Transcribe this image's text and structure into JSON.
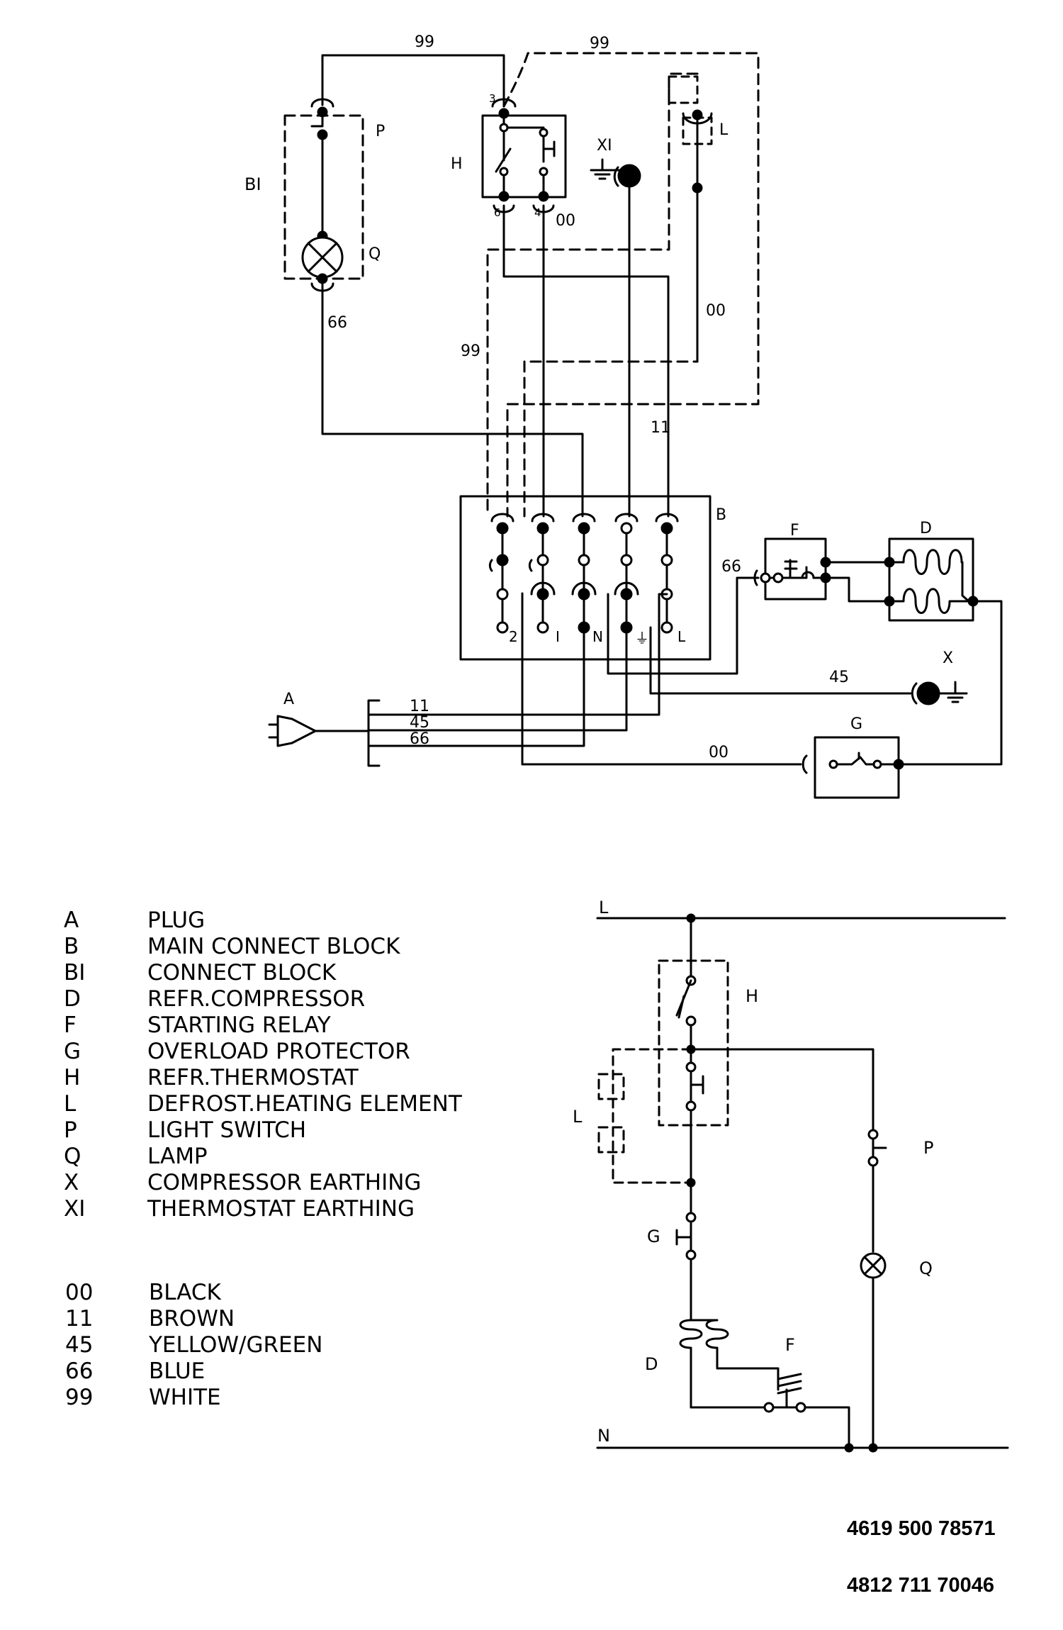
{
  "wiring": {
    "component_labels": {
      "BI": "BI",
      "P": "P",
      "Q": "Q",
      "H": "H",
      "XI": "XI",
      "L": "L",
      "B": "B",
      "F": "F",
      "D": "D",
      "X": "X",
      "A": "A",
      "G": "G"
    },
    "wire_codes": {
      "top_solid": "99",
      "top_dashed": "99",
      "lamp_return": "66",
      "h_terminal_4": "00",
      "l_return": "00",
      "left_dashed": "99",
      "right_vertical": "11",
      "f_input": "66",
      "x_earth": "45",
      "g_input": "00"
    },
    "h_terminals": {
      "t3": "3",
      "t6": "6",
      "t4": "4"
    },
    "block_terminals": [
      "2",
      "I",
      "N",
      "⏚",
      "L"
    ],
    "cable_codes": [
      "11",
      "45",
      "66"
    ]
  },
  "schematic": {
    "line_L": "L",
    "line_N": "N",
    "labels": {
      "H": "H",
      "L": "L",
      "P": "P",
      "G": "G",
      "Q": "Q",
      "D": "D",
      "F": "F"
    }
  },
  "legend": {
    "components": [
      {
        "code": "A",
        "name": "PLUG"
      },
      {
        "code": "B",
        "name": "MAIN CONNECT BLOCK"
      },
      {
        "code": "BI",
        "name": "CONNECT BLOCK"
      },
      {
        "code": "D",
        "name": "REFR.COMPRESSOR"
      },
      {
        "code": "F",
        "name": "STARTING RELAY"
      },
      {
        "code": "G",
        "name": "OVERLOAD PROTECTOR"
      },
      {
        "code": "H",
        "name": "REFR.THERMOSTAT"
      },
      {
        "code": "L",
        "name": "DEFROST.HEATING ELEMENT"
      },
      {
        "code": "P",
        "name": "LIGHT SWITCH"
      },
      {
        "code": "Q",
        "name": "LAMP"
      },
      {
        "code": "X",
        "name": "COMPRESSOR EARTHING"
      },
      {
        "code": "XI",
        "name": "THERMOSTAT EARTHING"
      }
    ],
    "colors": [
      {
        "code": "00",
        "name": "BLACK"
      },
      {
        "code": "11",
        "name": "BROWN"
      },
      {
        "code": "45",
        "name": "YELLOW/GREEN"
      },
      {
        "code": "66",
        "name": "BLUE"
      },
      {
        "code": "99",
        "name": "WHITE"
      }
    ]
  },
  "part_numbers": [
    "4619 500 78571",
    "4812 711 70046"
  ]
}
